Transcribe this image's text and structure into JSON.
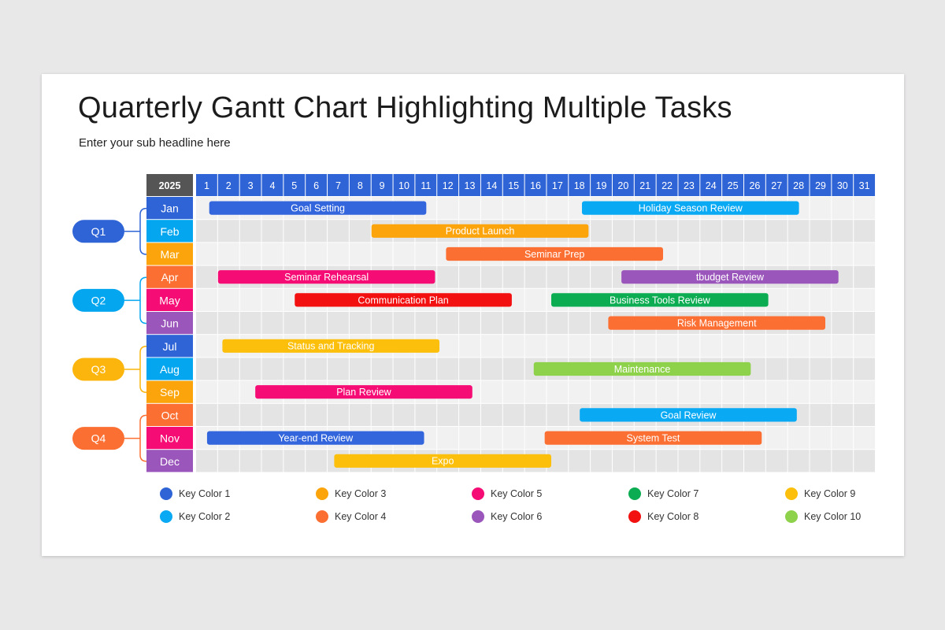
{
  "title": "Quarterly Gantt Chart Highlighting Multiple Tasks",
  "subtitle": "Enter your sub headline here",
  "chart_data": {
    "type": "gantt",
    "year_label": "2025",
    "days": [
      "1",
      "2",
      "3",
      "4",
      "5",
      "6",
      "7",
      "8",
      "9",
      "10",
      "11",
      "12",
      "13",
      "14",
      "15",
      "16",
      "17",
      "18",
      "19",
      "20",
      "21",
      "22",
      "23",
      "24",
      "25",
      "26",
      "27",
      "28",
      "29",
      "30",
      "31"
    ],
    "months": [
      {
        "label": "Jan",
        "color": "#2f64d6"
      },
      {
        "label": "Feb",
        "color": "#04a6f0"
      },
      {
        "label": "Mar",
        "color": "#fba40c"
      },
      {
        "label": "Apr",
        "color": "#fc6f32"
      },
      {
        "label": "May",
        "color": "#f50c74"
      },
      {
        "label": "Jun",
        "color": "#9b56bb"
      },
      {
        "label": "Jul",
        "color": "#2f64d6"
      },
      {
        "label": "Aug",
        "color": "#04a6f0"
      },
      {
        "label": "Sep",
        "color": "#fba40c"
      },
      {
        "label": "Oct",
        "color": "#fc6f32"
      },
      {
        "label": "Nov",
        "color": "#f50c74"
      },
      {
        "label": "Dec",
        "color": "#9b56bb"
      }
    ],
    "quarters": [
      {
        "label": "Q1",
        "color": "#2f64d6",
        "months": [
          0,
          2
        ]
      },
      {
        "label": "Q2",
        "color": "#04a6f0",
        "months": [
          3,
          5
        ]
      },
      {
        "label": "Q3",
        "color": "#fbb50c",
        "months": [
          6,
          8
        ]
      },
      {
        "label": "Q4",
        "color": "#fc6f32",
        "months": [
          9,
          11
        ]
      }
    ],
    "tasks": [
      {
        "name": "Goal Setting",
        "month": 0,
        "start": 1.6,
        "end": 11.5,
        "color": "#3366dd"
      },
      {
        "name": "Holiday Season Review",
        "month": 0,
        "start": 18.6,
        "end": 28.5,
        "color": "#09a9f4"
      },
      {
        "name": "Product Launch",
        "month": 1,
        "start": 9.0,
        "end": 18.9,
        "color": "#fba40c"
      },
      {
        "name": "Seminar Prep",
        "month": 2,
        "start": 12.4,
        "end": 22.3,
        "color": "#fc6f32"
      },
      {
        "name": "Seminar Rehearsal",
        "month": 3,
        "start": 2.0,
        "end": 11.9,
        "color": "#f50c74"
      },
      {
        "name": "tbudget Review",
        "month": 3,
        "start": 20.4,
        "end": 30.3,
        "color": "#9b56bb"
      },
      {
        "name": "Communication Plan",
        "month": 4,
        "start": 5.5,
        "end": 15.4,
        "color": "#f21010"
      },
      {
        "name": "Business Tools Review",
        "month": 4,
        "start": 17.2,
        "end": 27.1,
        "color": "#0cad52"
      },
      {
        "name": "Risk Management",
        "month": 5,
        "start": 19.8,
        "end": 29.7,
        "color": "#fc6f32"
      },
      {
        "name": "Status and Tracking",
        "month": 6,
        "start": 2.2,
        "end": 12.1,
        "color": "#fbbf0c"
      },
      {
        "name": "Maintenance",
        "month": 7,
        "start": 16.4,
        "end": 26.3,
        "color": "#8ed14a"
      },
      {
        "name": "Plan Review",
        "month": 8,
        "start": 3.7,
        "end": 13.6,
        "color": "#f50c74"
      },
      {
        "name": "Goal Review",
        "month": 9,
        "start": 18.5,
        "end": 28.4,
        "color": "#09a9f4"
      },
      {
        "name": "Year-end Review",
        "month": 10,
        "start": 1.5,
        "end": 11.4,
        "color": "#3366dd"
      },
      {
        "name": "System Test",
        "month": 10,
        "start": 16.9,
        "end": 26.8,
        "color": "#fc6f32"
      },
      {
        "name": "Expo",
        "month": 11,
        "start": 7.3,
        "end": 17.2,
        "color": "#fbbf0c"
      }
    ],
    "header_colors": {
      "year": "#555555",
      "days": "#2f64d6"
    }
  },
  "legend": [
    {
      "label": "Key Color 1",
      "color": "#2f64d6"
    },
    {
      "label": "Key Color 2",
      "color": "#09a9f4"
    },
    {
      "label": "Key Color 3",
      "color": "#fba40c"
    },
    {
      "label": "Key Color 4",
      "color": "#fc6f32"
    },
    {
      "label": "Key Color 5",
      "color": "#f50c74"
    },
    {
      "label": "Key Color 6",
      "color": "#9b56bb"
    },
    {
      "label": "Key Color 7",
      "color": "#0cad52"
    },
    {
      "label": "Key Color 8",
      "color": "#f21010"
    },
    {
      "label": "Key Color 9",
      "color": "#fbbf0c"
    },
    {
      "label": "Key Color 10",
      "color": "#8ed14a"
    }
  ]
}
